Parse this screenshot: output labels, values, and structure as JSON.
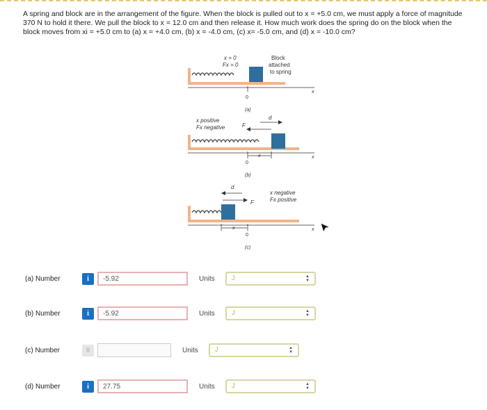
{
  "question": {
    "text": "A spring and block are in the arrangement of the figure. When the block is pulled out to x = +5.0 cm, we must apply a force of magnitude 370 N to hold it there. We pull the block to x = 12.0 cm and then release it. How much work does the spring do on the block when the block moves from xi = +5.0 cm to (a) x = +4.0 cm, (b) x = -4.0 cm, (c) x= -5.0 cm, and (d) x = -10.0 cm?"
  },
  "figure": {
    "panel_a": {
      "x0": "x = 0",
      "fx0": "Fx = 0",
      "block_note_1": "Block",
      "block_note_2": "attached",
      "block_note_3": "to spring",
      "axis": "x",
      "origin": "0",
      "caption": "(a)"
    },
    "panel_b": {
      "note_1": "x positive",
      "note_2": "Fx negative",
      "force": "F",
      "disp": "d",
      "axis": "x",
      "origin": "0",
      "xmark": "x",
      "caption": "(b)"
    },
    "panel_c": {
      "note_1": "x negative",
      "note_2": "Fx positive",
      "force": "F",
      "disp": "d",
      "axis": "x",
      "origin": "0",
      "xmark": "x",
      "caption": "(c)"
    }
  },
  "rows": [
    {
      "label": "(a)  Number",
      "info": "i",
      "value": "-5.92",
      "units_label": "Units",
      "units_glyph": "J"
    },
    {
      "label": "(b)  Number",
      "info": "i",
      "value": "-5.92",
      "units_label": "Units",
      "units_glyph": "J"
    },
    {
      "label": "(c)  Number",
      "info": "0",
      "value": "",
      "units_label": "Units",
      "units_glyph": "J"
    },
    {
      "label": "(d)  Number",
      "info": "i",
      "value": "27.75",
      "units_label": "Units",
      "units_glyph": "J"
    }
  ],
  "colors": {
    "accent": "#1a6fc4",
    "error_border": "#e9b0b0",
    "select_border": "#d6d6a0",
    "block": "#2e6f9e",
    "surface": "#f0b48a"
  },
  "icons": {
    "info": "info-icon",
    "select": "updown-arrows-icon",
    "cursor": "mouse-pointer-icon"
  }
}
